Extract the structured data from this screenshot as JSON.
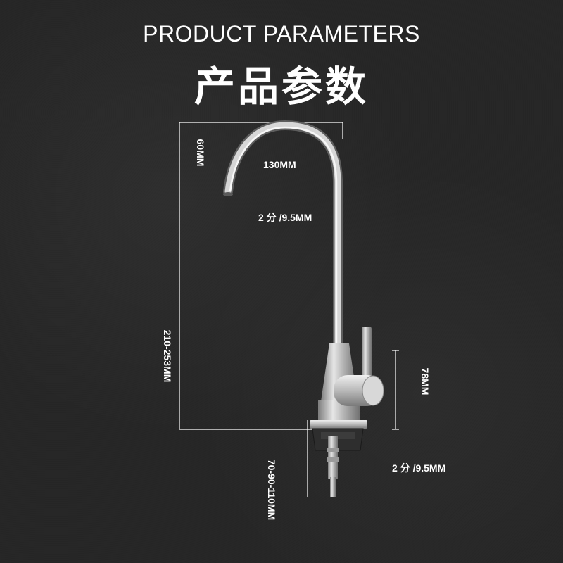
{
  "header": {
    "title_en": "PRODUCT PARAMETERS",
    "title_cn": "产品参数"
  },
  "dimensions": {
    "spout_drop": "60MM",
    "spout_reach": "130MM",
    "tube_diameter": "2 分 /9.5MM",
    "total_height": "210-253MM",
    "body_height": "78MM",
    "shank_length": "70-90-110MM",
    "inlet_diameter": "2 分 /9.5MM"
  },
  "colors": {
    "background": "#272727",
    "text": "#ffffff",
    "line": "#ffffff",
    "steel": "#c9c9c9"
  }
}
